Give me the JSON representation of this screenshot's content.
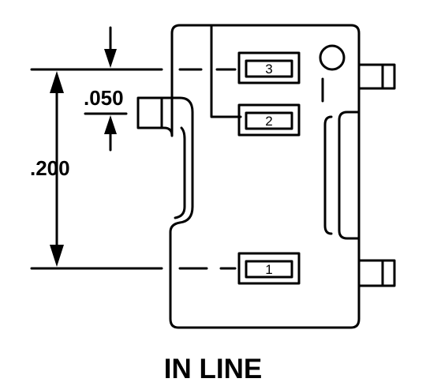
{
  "diagram": {
    "dimensions": {
      "overall_spacing": ".200",
      "offset_spacing": ".050"
    },
    "pins": [
      {
        "label": "1"
      },
      {
        "label": "2"
      },
      {
        "label": "3"
      }
    ],
    "caption": "IN LINE"
  }
}
